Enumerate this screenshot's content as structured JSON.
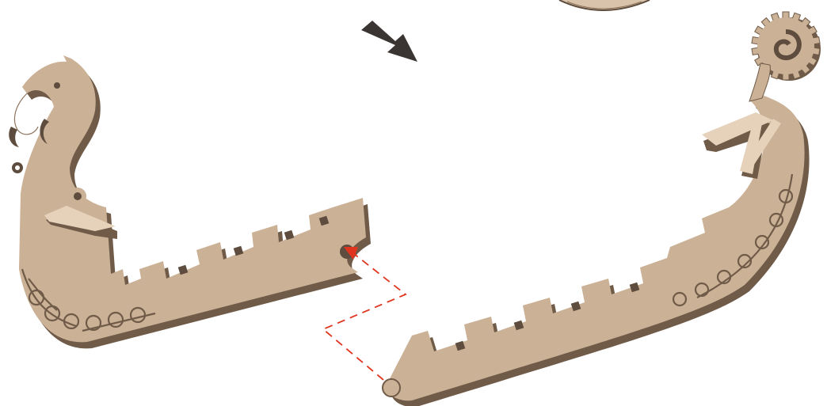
{
  "diagram": {
    "subject": "wooden-ship-hull-assembly-step",
    "parts": [
      {
        "id": "hull-half-left",
        "feature": "dragon-head-prow"
      },
      {
        "id": "hull-half-right",
        "feature": "spiral-gear-stern"
      }
    ],
    "overview_arrow": {
      "direction": "down-right"
    },
    "assembly_guide": {
      "style": "dashed",
      "arrowhead_at": "left-slot"
    }
  },
  "colors": {
    "wood_face": "#cbb196",
    "wood_side": "#6f5b48",
    "wood_highlight": "#e6d2bb",
    "arrow_fill": "#3a3532",
    "guide_line": "#e0341f",
    "background": "#ffffff"
  }
}
